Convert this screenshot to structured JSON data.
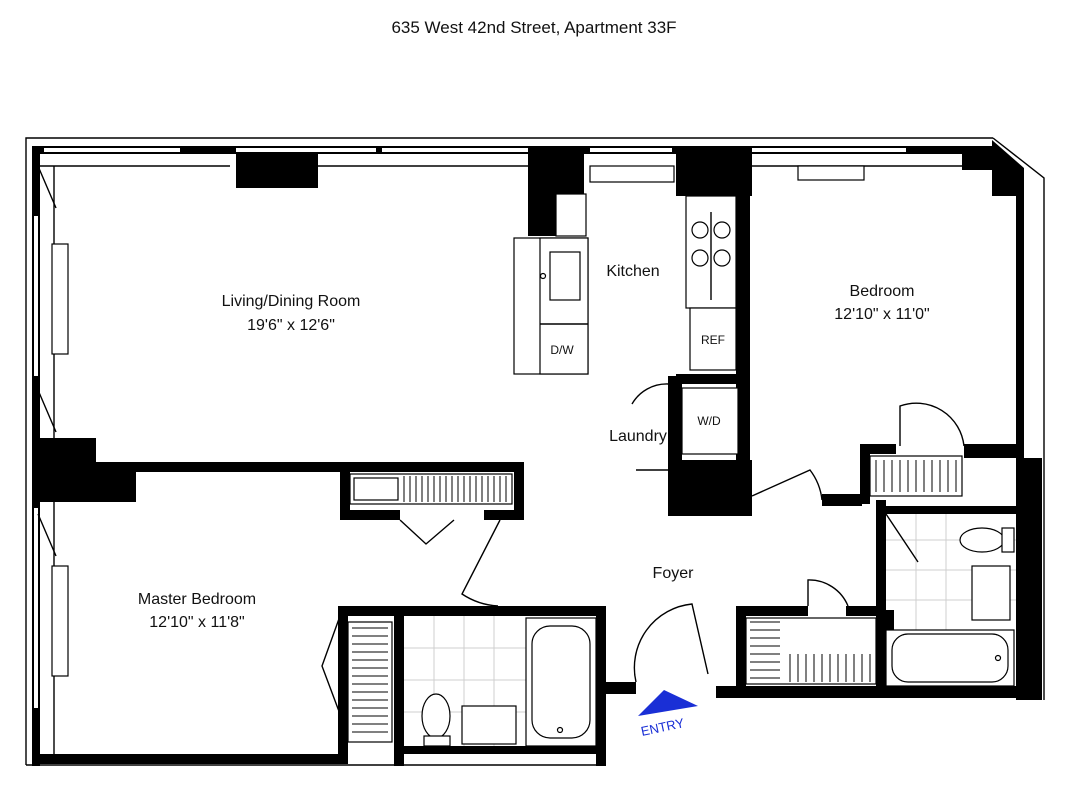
{
  "title": "635 West 42nd Street, Apartment 33F",
  "rooms": {
    "living": {
      "name": "Living/Dining Room",
      "size": "19'6\" x 12'6\""
    },
    "kitchen": {
      "name": "Kitchen"
    },
    "bedroom": {
      "name": "Bedroom",
      "size": "12'10\" x 11'0\""
    },
    "master": {
      "name": "Master Bedroom",
      "size": "12'10\" x 11'8\""
    },
    "laundry": {
      "name": "Laundry"
    },
    "foyer": {
      "name": "Foyer"
    }
  },
  "appliances": {
    "dishwasher": "D/W",
    "fridge": "REF",
    "washer_dryer": "W/D"
  },
  "entry": {
    "label": "ENTRY",
    "color": "#1a2fd6"
  },
  "colors": {
    "wall": "#000000",
    "tile": "#cfcfcf"
  }
}
